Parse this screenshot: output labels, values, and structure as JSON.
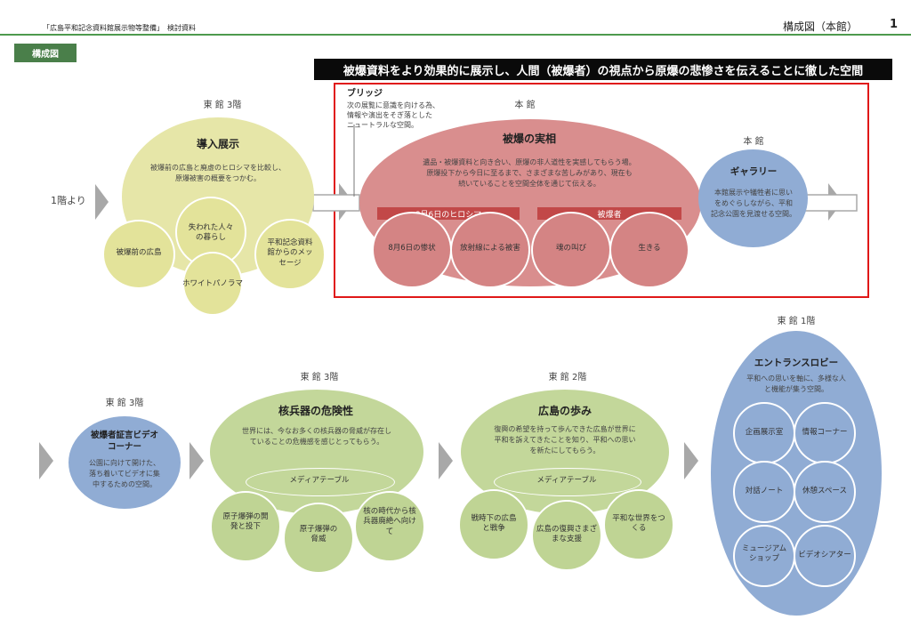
{
  "header": {
    "doc_title": "「広島平和記念資料館展示物等整備」　検討資料",
    "page_title": "構成図（本館）",
    "page_number": "1"
  },
  "section_badge": "構成図",
  "banner": "被爆資料をより効果的に展示し、人間（被爆者）の視点から原爆の悲惨さを伝えることに徹した空間",
  "entry_label": "1階より",
  "intro": {
    "floor": "東 館 3階",
    "title": "導入展示",
    "desc_lines": [
      "被爆前の広島と廃虚のヒロシマを比較し、",
      "原爆被害の概要をつかむ。"
    ],
    "items": [
      "被爆前の広島",
      "失われた人々の暮らし",
      "ホワイトパノラマ",
      "平和記念資料館からのメッセージ"
    ]
  },
  "bridge": {
    "title": "ブリッジ",
    "desc_lines": [
      "次の展覧に意識を向ける為、",
      "情報や演出をそぎ落とした",
      "ニュートラルな空間。"
    ]
  },
  "main": {
    "floor": "本 館",
    "title": "被爆の実相",
    "desc_lines": [
      "遺品・被爆資料と向き合い、原爆の非人道性を実感してもらう場。",
      "原爆投下から今日に至るまで、さまざまな苦しみがあり、現在も",
      "続いていることを空間全体を通じて伝える。"
    ],
    "bars": [
      "8月6日のヒロシマ",
      "被爆者"
    ],
    "items": [
      "8月6日の惨状",
      "放射線による被害",
      "魂の叫び",
      "生きる"
    ]
  },
  "gallery": {
    "floor": "本 館",
    "title": "ギャラリー",
    "desc_lines": [
      "本館展示や犠牲者に思い",
      "をめぐらしながら、平和",
      "記念公園を見渡せる空間。"
    ]
  },
  "testimony": {
    "floor": "東 館 3階",
    "title_lines": [
      "被爆者証言ビデオ",
      "コーナー"
    ],
    "desc_lines": [
      "公園に向けて開けた、",
      "落ち着いてビデオに集",
      "中するための空間。"
    ]
  },
  "nuclear": {
    "floor": "東 館 3階",
    "title": "核兵器の危険性",
    "desc_lines": [
      "世界には、今なお多くの核兵器の脅威が存在し",
      "ていることの危機感を感じとってもらう。"
    ],
    "table_label": "メディアテーブル",
    "items": [
      "原子爆弾の開発と投下",
      "原子爆弾の脅威",
      "核の時代から核兵器廃絶へ向けて"
    ]
  },
  "history": {
    "floor": "東 館 2階",
    "title": "広島の歩み",
    "desc_lines": [
      "復興の希望を持って歩んできた広島が世界に",
      "平和を訴えてきたことを知り、平和への思い",
      "を新たにしてもらう。"
    ],
    "table_label": "メディアテーブル",
    "items": [
      "戦時下の広島と戦争",
      "広島の復興さまざまな支援",
      "平和な世界をつくる"
    ]
  },
  "entrance": {
    "floor": "東 館 1階",
    "title": "エントランスロビー",
    "desc_lines": [
      "平和への思いを軸に、多様な人",
      "と機能が集う空間。"
    ],
    "items": [
      "企画展示室",
      "情報コーナー",
      "対話ノート",
      "休憩スペース",
      "ミュージアムショップ",
      "ビデオシアター"
    ]
  },
  "colors": {
    "accent_green": "#4a7f4a",
    "intro_yellow": "#e6e6a8",
    "main_red": "#d98e8e",
    "frame_red": "#e01818",
    "blue": "#90acd4",
    "green": "#c3d79a",
    "arrow_gray": "#a8a8a8"
  }
}
